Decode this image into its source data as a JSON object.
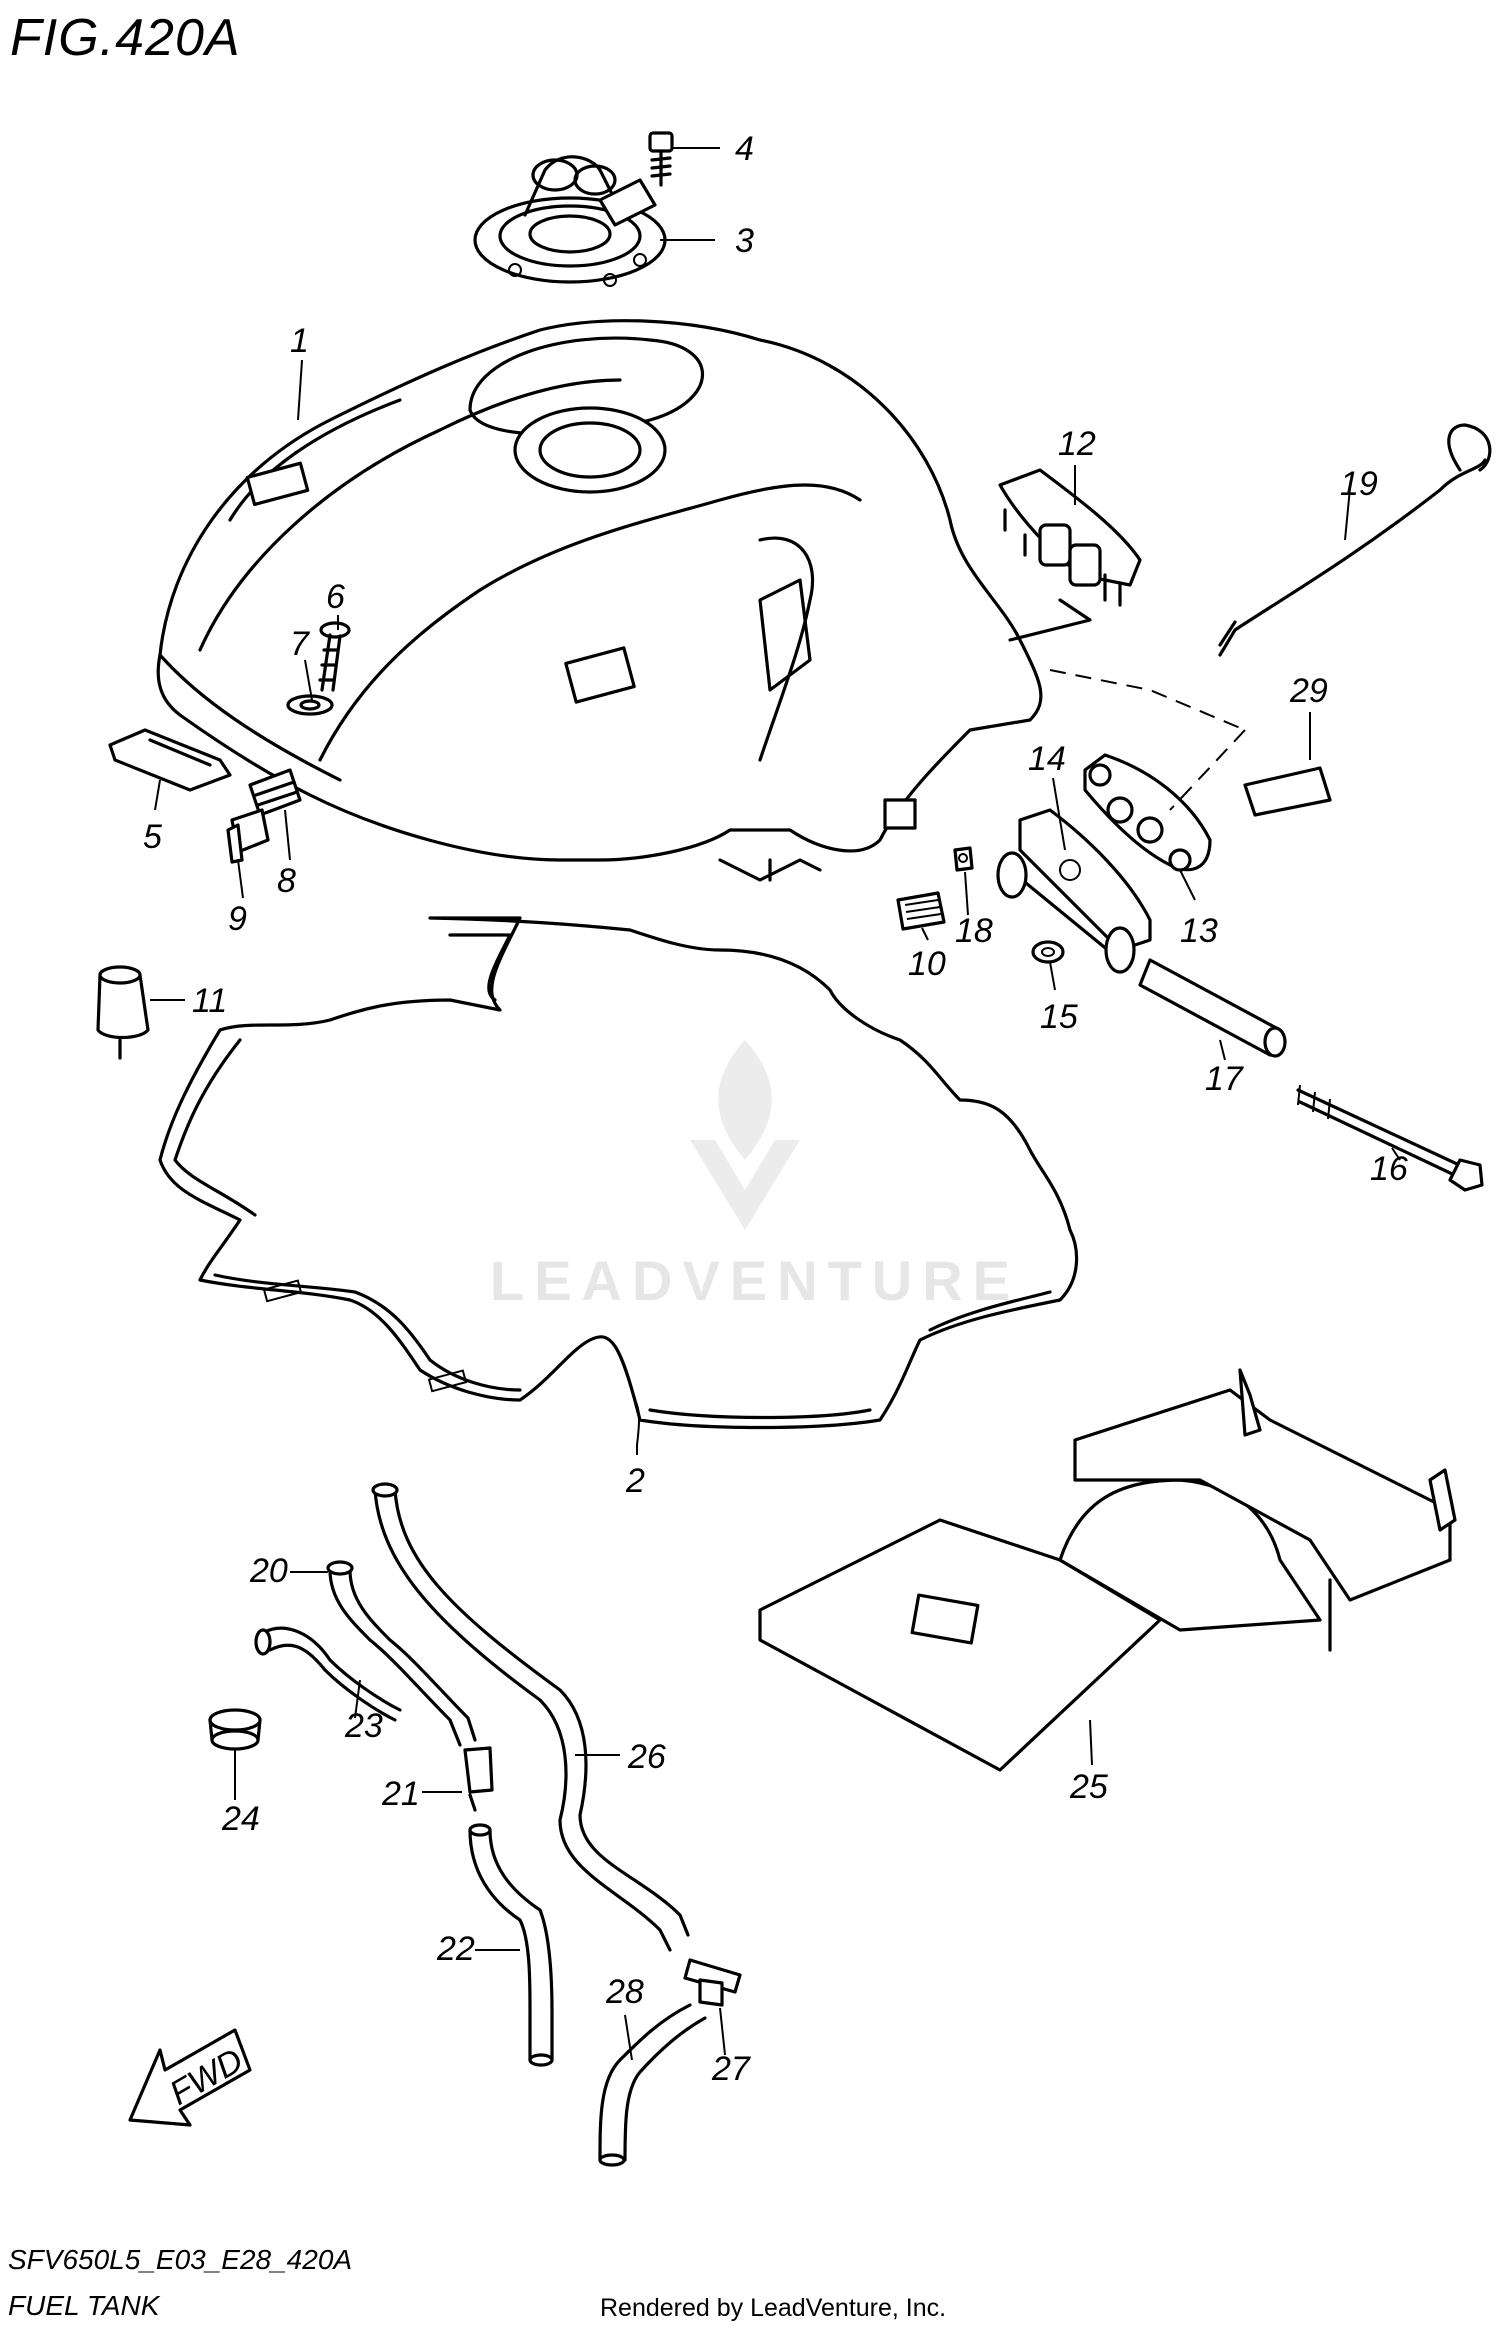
{
  "figure": {
    "title": "FIG.420A",
    "code": "SFV650L5_E03_E28_420A",
    "name": "FUEL TANK",
    "credit": "Rendered by LeadVenture, Inc.",
    "watermark": "LEADVENTURE",
    "fwd_label": "FWD"
  },
  "callouts": [
    {
      "id": "1",
      "text": "1"
    },
    {
      "id": "2",
      "text": "2"
    },
    {
      "id": "3",
      "text": "3"
    },
    {
      "id": "4",
      "text": "4"
    },
    {
      "id": "5",
      "text": "5"
    },
    {
      "id": "6",
      "text": "6"
    },
    {
      "id": "7",
      "text": "7"
    },
    {
      "id": "8",
      "text": "8"
    },
    {
      "id": "9",
      "text": "9"
    },
    {
      "id": "10",
      "text": "10"
    },
    {
      "id": "11",
      "text": "11"
    },
    {
      "id": "12",
      "text": "12"
    },
    {
      "id": "13",
      "text": "13"
    },
    {
      "id": "14",
      "text": "14"
    },
    {
      "id": "15",
      "text": "15"
    },
    {
      "id": "16",
      "text": "16"
    },
    {
      "id": "17",
      "text": "17"
    },
    {
      "id": "18",
      "text": "18"
    },
    {
      "id": "19",
      "text": "19"
    },
    {
      "id": "20",
      "text": "20"
    },
    {
      "id": "21",
      "text": "21"
    },
    {
      "id": "22",
      "text": "22"
    },
    {
      "id": "23",
      "text": "23"
    },
    {
      "id": "24",
      "text": "24"
    },
    {
      "id": "25",
      "text": "25"
    },
    {
      "id": "26",
      "text": "26"
    },
    {
      "id": "27",
      "text": "27"
    },
    {
      "id": "28",
      "text": "28"
    },
    {
      "id": "29",
      "text": "29"
    }
  ]
}
